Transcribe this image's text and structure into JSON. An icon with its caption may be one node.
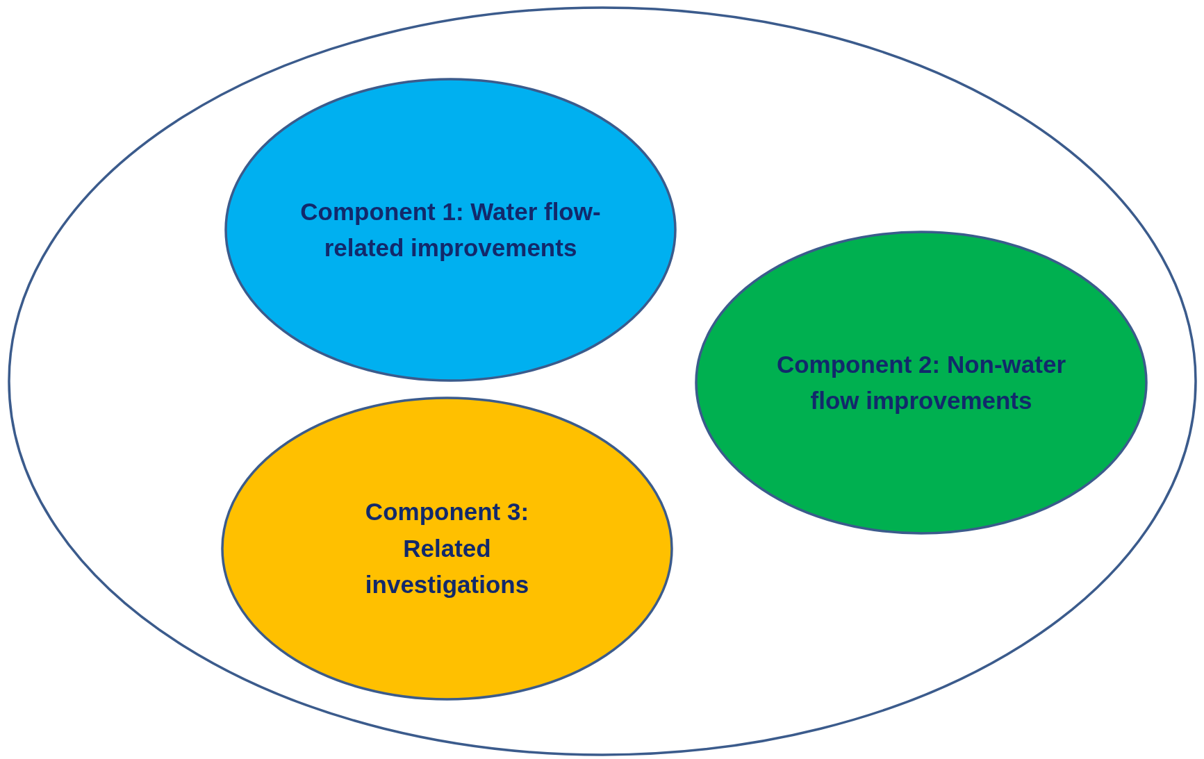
{
  "diagram": {
    "nodes": [
      {
        "text": [],
        "shape": "ellipse"
      },
      {
        "text": [
          "Component 1: Water flow-related improvements"
        ],
        "in": 0
      },
      {
        "text": [
          "Component 2: Non-water flow improvements"
        ],
        "in": 0
      },
      {
        "text": [
          "Component 3: Related investigations"
        ],
        "in": 0
      }
    ]
  }
}
